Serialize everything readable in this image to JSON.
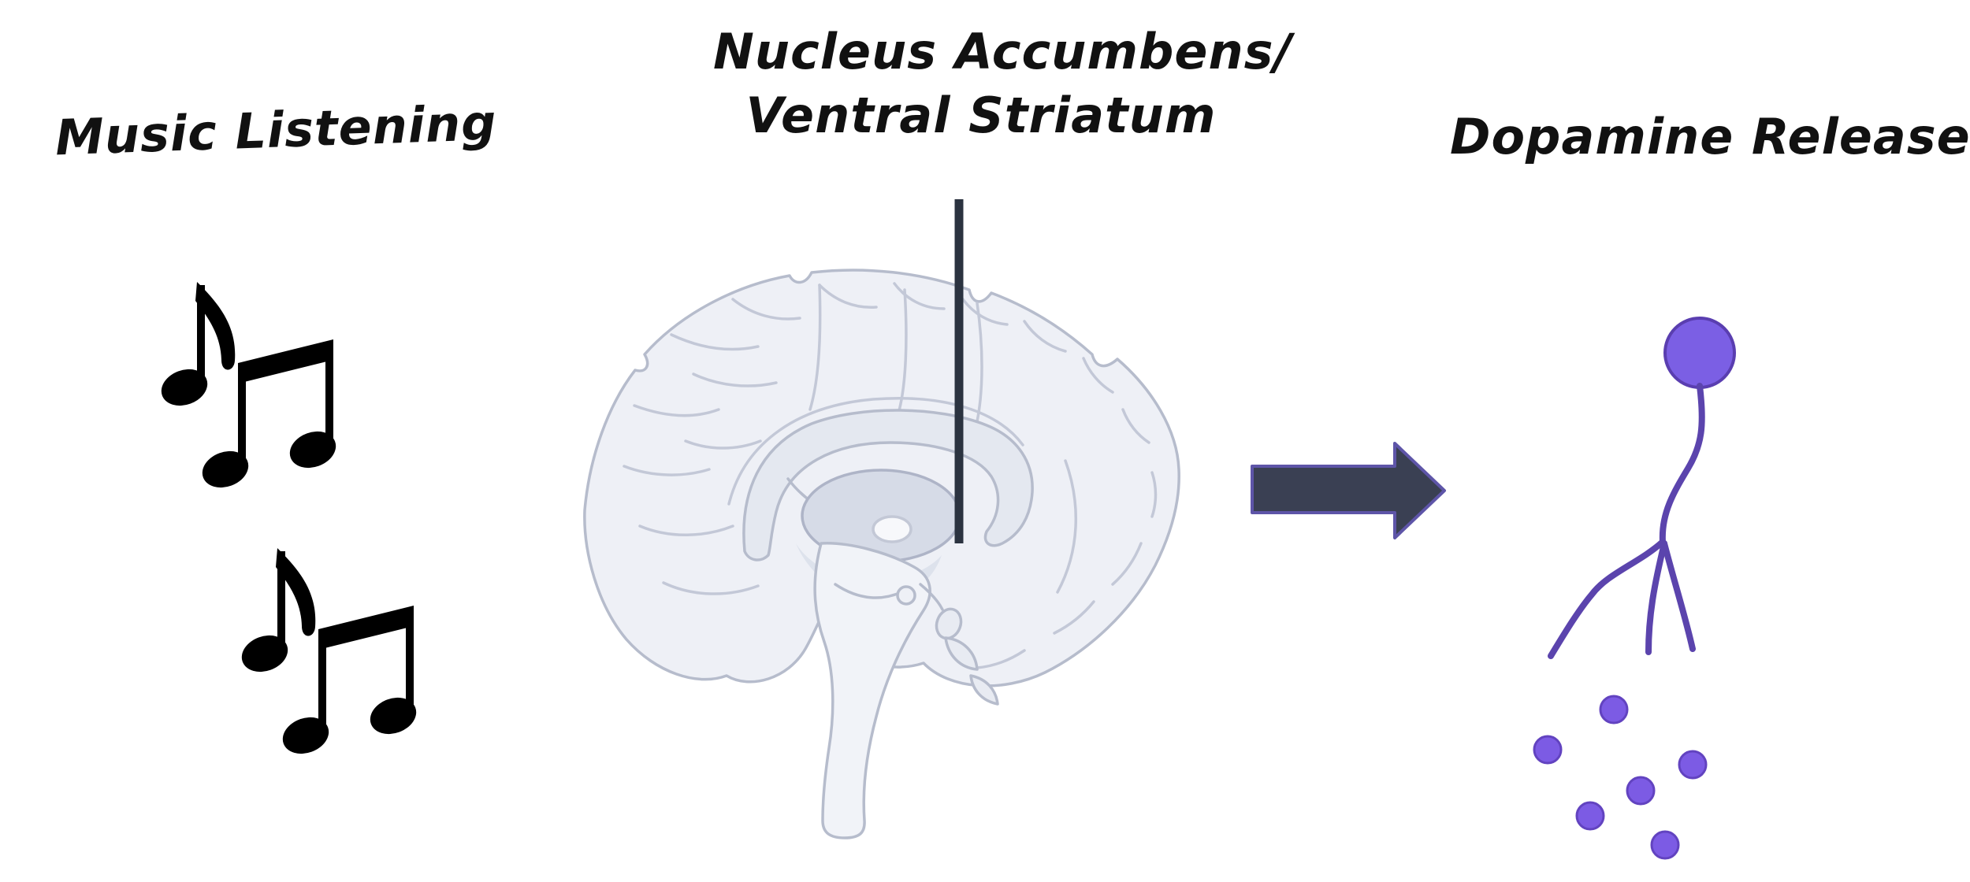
{
  "diagram": {
    "background": "#ffffff",
    "left": {
      "label": "Music Listening",
      "icon": "music-notes-icon",
      "note_group_count": 2
    },
    "center": {
      "label_line1": "Nucleus Accumbens/",
      "label_line2": "Ventral Striatum",
      "icon": "brain-sagittal-illustration",
      "pointer": "vertical-pointer-line"
    },
    "connector": {
      "icon": "block-arrow-right-icon"
    },
    "right": {
      "label": "Dopamine Release",
      "icon": "dopamine-neuron-icon",
      "dot_count": 6
    }
  },
  "colors": {
    "text": "#111111",
    "music_note": "#000000",
    "pointer_line": "#2b3340",
    "arrow_fill": "#3a4053",
    "arrow_stroke": "#5e55a8",
    "brain_fill": "#eef0f6",
    "brain_stroke": "#b6bccc",
    "brain_inner_shade": "#dde2ec",
    "neuron_fill": "#7b5fe4",
    "neuron_stroke": "#5a3eb0",
    "axon_stroke": "#5b44ad",
    "dot_fill": "#7c5be4",
    "dot_stroke": "#6243c0"
  }
}
